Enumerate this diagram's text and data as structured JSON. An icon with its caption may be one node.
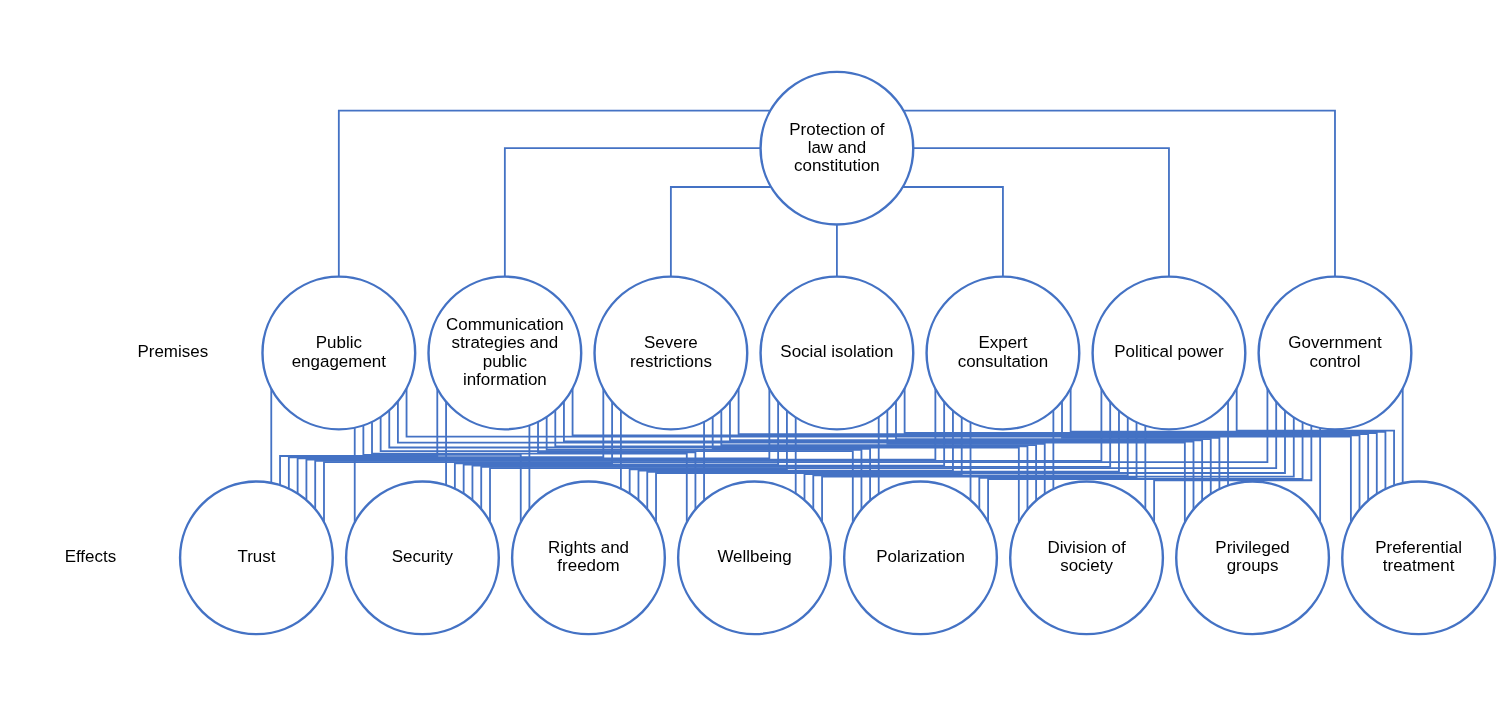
{
  "diagram": {
    "nodes": [
      {
        "text": [
          "Protection of law and constitution"
        ]
      },
      {
        "text": [
          "Public engagement"
        ]
      },
      {
        "text": [
          "Communication strategies and public information"
        ]
      },
      {
        "text": [
          "Severe restrictions"
        ]
      },
      {
        "text": [
          "Social isolation"
        ]
      },
      {
        "text": [
          "Expert consultation"
        ]
      },
      {
        "text": [
          "Political power"
        ]
      },
      {
        "text": [
          "Government control"
        ]
      },
      {
        "text": [
          "Trust"
        ]
      },
      {
        "text": [
          "Security"
        ]
      },
      {
        "text": [
          "Rights and freedom"
        ]
      },
      {
        "text": [
          "Wellbeing"
        ]
      },
      {
        "text": [
          "Polarization"
        ]
      },
      {
        "text": [
          "Division of society"
        ]
      },
      {
        "text": [
          "Privileged groups"
        ]
      },
      {
        "text": [
          "Preferential treatment"
        ]
      }
    ],
    "edges": [
      {
        "from": 0,
        "to": 1,
        "arrow": "none"
      },
      {
        "from": 0,
        "to": 2,
        "arrow": "none"
      },
      {
        "from": 0,
        "to": 3,
        "arrow": "none"
      },
      {
        "from": 0,
        "to": 4,
        "arrow": "none"
      },
      {
        "from": 0,
        "to": 5,
        "arrow": "none"
      },
      {
        "from": 0,
        "to": 6,
        "arrow": "none"
      },
      {
        "from": 0,
        "to": 7,
        "arrow": "none"
      },
      {
        "from": 1,
        "to": 8,
        "arrow": "none"
      },
      {
        "from": 1,
        "to": 9,
        "arrow": "none"
      },
      {
        "from": 1,
        "to": 10,
        "arrow": "none"
      },
      {
        "from": 1,
        "to": 11,
        "arrow": "none"
      },
      {
        "from": 1,
        "to": 12,
        "arrow": "none"
      },
      {
        "from": 1,
        "to": 13,
        "arrow": "none"
      },
      {
        "from": 1,
        "to": 14,
        "arrow": "none"
      },
      {
        "from": 1,
        "to": 15,
        "arrow": "none"
      },
      {
        "from": 2,
        "to": 8,
        "arrow": "none"
      },
      {
        "from": 2,
        "to": 9,
        "arrow": "none"
      },
      {
        "from": 2,
        "to": 10,
        "arrow": "none"
      },
      {
        "from": 2,
        "to": 11,
        "arrow": "none"
      },
      {
        "from": 2,
        "to": 12,
        "arrow": "none"
      },
      {
        "from": 2,
        "to": 13,
        "arrow": "none"
      },
      {
        "from": 2,
        "to": 14,
        "arrow": "none"
      },
      {
        "from": 2,
        "to": 15,
        "arrow": "none"
      },
      {
        "from": 3,
        "to": 8,
        "arrow": "none"
      },
      {
        "from": 3,
        "to": 9,
        "arrow": "none"
      },
      {
        "from": 3,
        "to": 10,
        "arrow": "none"
      },
      {
        "from": 3,
        "to": 11,
        "arrow": "none"
      },
      {
        "from": 3,
        "to": 12,
        "arrow": "none"
      },
      {
        "from": 3,
        "to": 13,
        "arrow": "none"
      },
      {
        "from": 3,
        "to": 14,
        "arrow": "none"
      },
      {
        "from": 3,
        "to": 15,
        "arrow": "none"
      },
      {
        "from": 4,
        "to": 8,
        "arrow": "none"
      },
      {
        "from": 4,
        "to": 9,
        "arrow": "none"
      },
      {
        "from": 4,
        "to": 10,
        "arrow": "none"
      },
      {
        "from": 4,
        "to": 11,
        "arrow": "none"
      },
      {
        "from": 4,
        "to": 12,
        "arrow": "none"
      },
      {
        "from": 4,
        "to": 13,
        "arrow": "none"
      },
      {
        "from": 4,
        "to": 14,
        "arrow": "none"
      },
      {
        "from": 4,
        "to": 15,
        "arrow": "none"
      },
      {
        "from": 5,
        "to": 8,
        "arrow": "none"
      },
      {
        "from": 5,
        "to": 9,
        "arrow": "none"
      },
      {
        "from": 5,
        "to": 10,
        "arrow": "none"
      },
      {
        "from": 5,
        "to": 11,
        "arrow": "none"
      },
      {
        "from": 5,
        "to": 12,
        "arrow": "none"
      },
      {
        "from": 5,
        "to": 13,
        "arrow": "none"
      },
      {
        "from": 5,
        "to": 14,
        "arrow": "none"
      },
      {
        "from": 5,
        "to": 15,
        "arrow": "none"
      },
      {
        "from": 6,
        "to": 8,
        "arrow": "none"
      },
      {
        "from": 6,
        "to": 9,
        "arrow": "none"
      },
      {
        "from": 6,
        "to": 10,
        "arrow": "none"
      },
      {
        "from": 6,
        "to": 11,
        "arrow": "none"
      },
      {
        "from": 6,
        "to": 12,
        "arrow": "none"
      },
      {
        "from": 6,
        "to": 13,
        "arrow": "none"
      },
      {
        "from": 6,
        "to": 14,
        "arrow": "none"
      },
      {
        "from": 6,
        "to": 15,
        "arrow": "none"
      },
      {
        "from": 7,
        "to": 8,
        "arrow": "none"
      },
      {
        "from": 7,
        "to": 9,
        "arrow": "none"
      },
      {
        "from": 7,
        "to": 10,
        "arrow": "none"
      },
      {
        "from": 7,
        "to": 11,
        "arrow": "none"
      },
      {
        "from": 7,
        "to": 12,
        "arrow": "none"
      },
      {
        "from": 7,
        "to": 13,
        "arrow": "none"
      },
      {
        "from": 7,
        "to": 14,
        "arrow": "none"
      },
      {
        "from": 7,
        "to": 15,
        "arrow": "none"
      }
    ],
    "labels": [
      "Premises",
      "Effects"
    ]
  }
}
